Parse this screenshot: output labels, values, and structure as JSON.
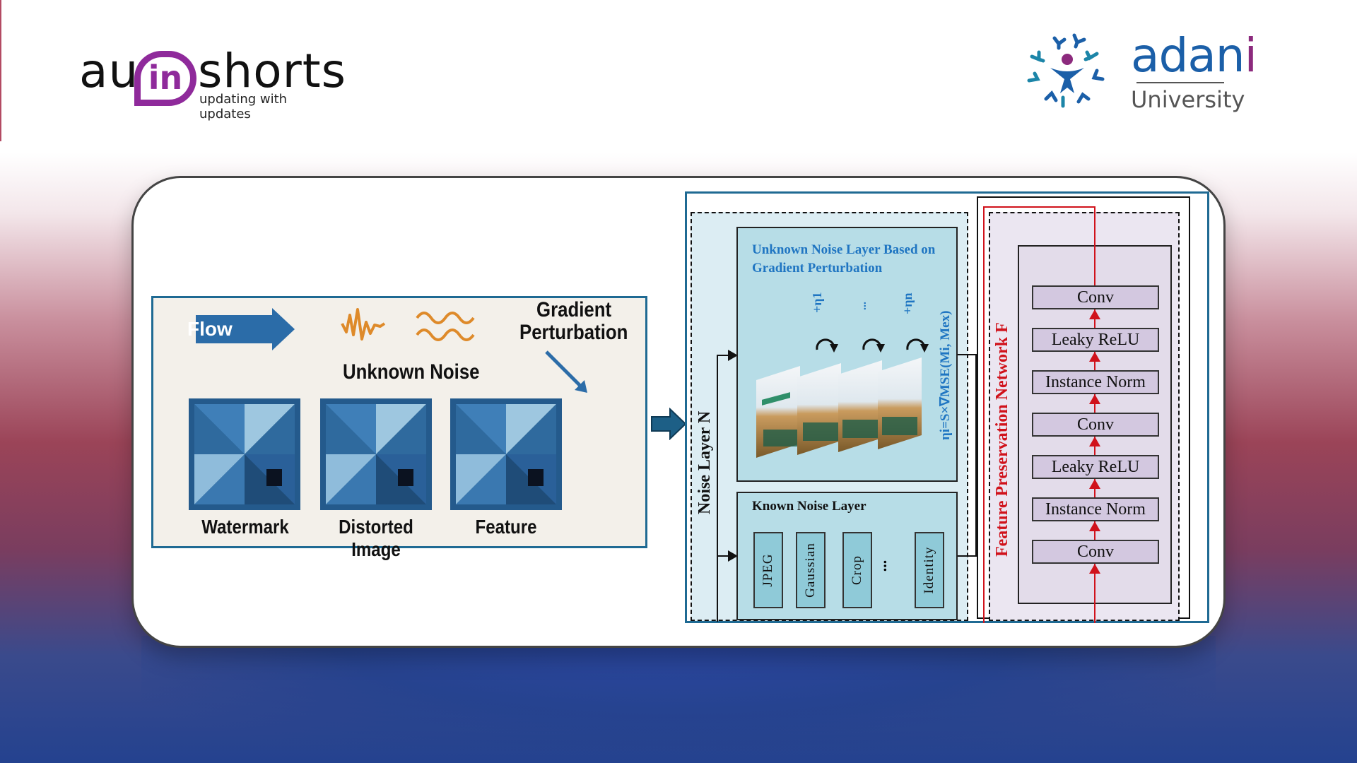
{
  "header": {
    "left_logo": {
      "prefix": "au",
      "badge": "in",
      "suffix": "shorts",
      "tagline": "updating with updates"
    },
    "right_logo": {
      "brand_start": "adan",
      "brand_i": "i",
      "sub": "University",
      "icon": "people-network-icon"
    }
  },
  "illustration": {
    "flow_label": "Flow",
    "unknown_noise_label": "Unknown Noise",
    "gradient_label_line1": "Gradient",
    "gradient_label_line2": "Perturbation",
    "tiles": [
      {
        "label": "Watermark"
      },
      {
        "label": "Distorted Image"
      },
      {
        "label": "Feature"
      }
    ],
    "colors": {
      "primary": "#2b6ca8",
      "noise": "#de8a2a",
      "panel_bg": "#f3f0ea"
    }
  },
  "architecture": {
    "noise_layer_label": "Noise Layer N",
    "unknown_layer_title": "Unknown Noise Layer Based on Gradient Perturbation",
    "perturb_labels": [
      "+η1",
      "...",
      "+ηn"
    ],
    "formula": "ηi=S×∇MSE(Mi, Mex)",
    "known_layer_title": "Known Noise Layer",
    "known_ops": [
      "JPEG",
      "Gaussian",
      "Crop",
      "Identity"
    ],
    "ellipsis": "...",
    "fpn_label": "Feature Preservation Network F",
    "fpn_layers": [
      "Conv",
      "Leaky ReLU",
      "Instance Norm",
      "Conv",
      "Leaky ReLU",
      "Instance Norm",
      "Conv"
    ],
    "colors": {
      "accent_red": "#d0121b",
      "title_blue": "#1f75c2",
      "noise_bg": "#b7dde7",
      "fpn_bg": "#d3c8e0"
    }
  }
}
